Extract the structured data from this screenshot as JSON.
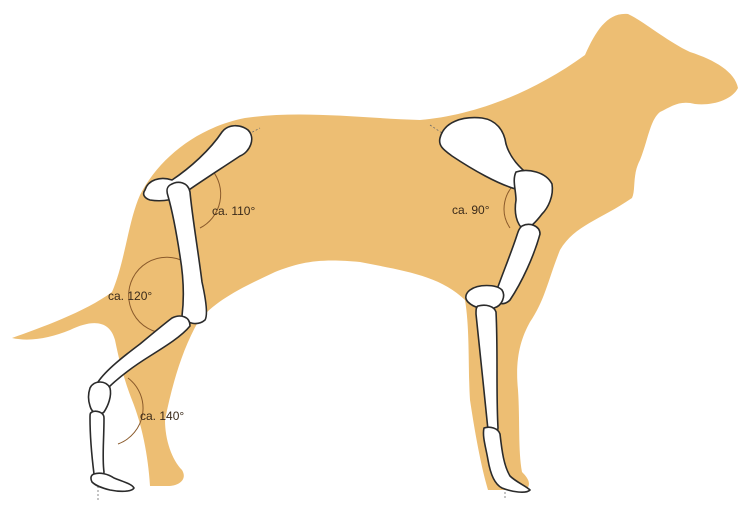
{
  "colors": {
    "silhouette": "#EDBE73",
    "bone_fill": "#FFFFFF",
    "bone_outline": "#2B2B2B",
    "angle_arc": "#8A5A2B",
    "label_text": "#3A2A1A"
  },
  "figure": {
    "subject": "dog-silhouette-with-limb-skeleton",
    "angles": {
      "hip": "ca. 110°",
      "stifle": "ca. 120°",
      "hock": "ca. 140°",
      "shoulder": "ca. 90°"
    }
  }
}
